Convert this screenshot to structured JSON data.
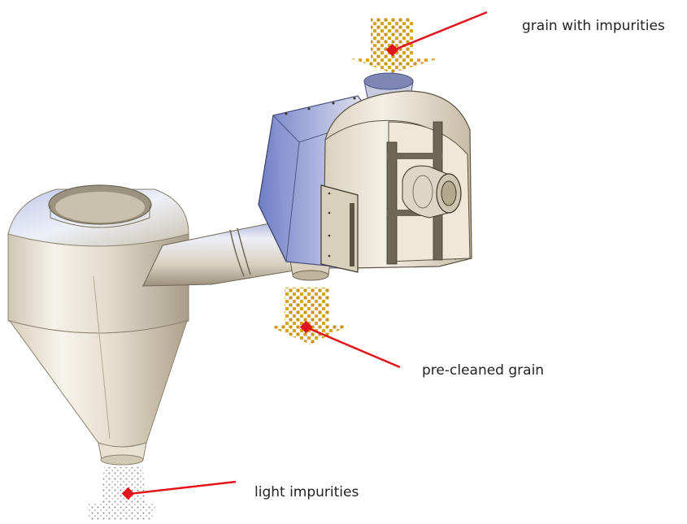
{
  "labels": {
    "grain_in": "grain with impurities",
    "pre_cleaned": "pre-cleaned grain",
    "light_impurities": "light impurities"
  },
  "icons": {
    "grain_in": "grain-with-impurities-icon",
    "pre_cleaned": "pre-cleaned-grain-icon",
    "light_impurities": "light-impurities-icon",
    "machine": "grain-separator-machine-icon"
  },
  "colors": {
    "pointer": "#e3131b",
    "grain": "#d9a521",
    "impurity": "#8a8a8a",
    "steel_light": "#f1ede3",
    "steel_blue": "#7f8ec9"
  }
}
